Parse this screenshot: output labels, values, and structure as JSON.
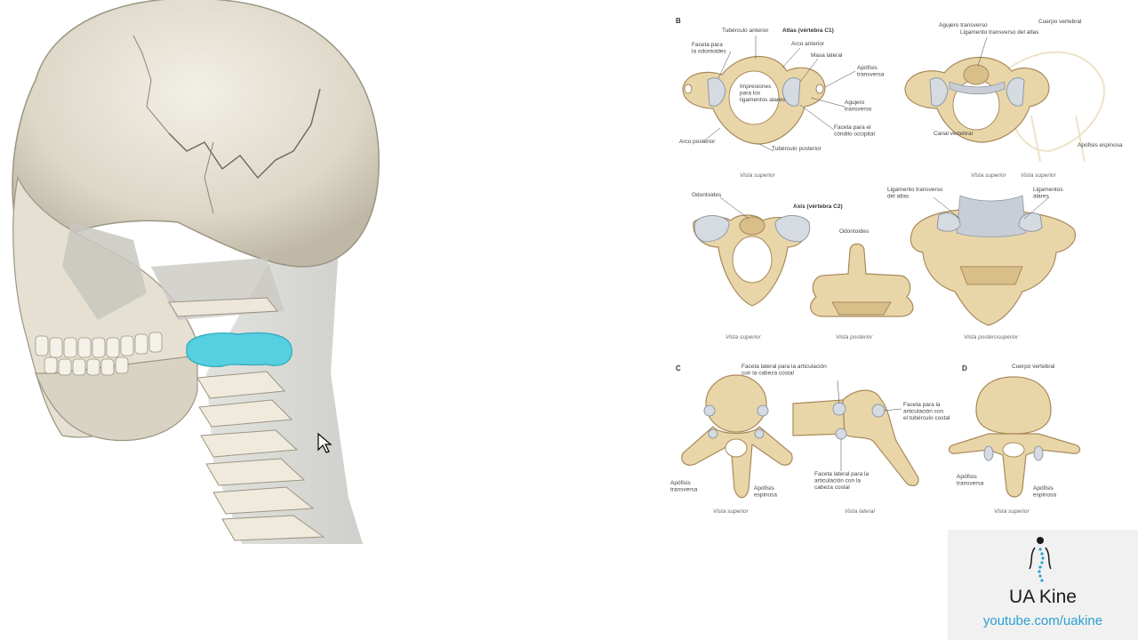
{
  "plate": {
    "sections": {
      "b": "B",
      "c": "C",
      "d": "D"
    },
    "atlas": {
      "title": "Atlas (vértebra C1)",
      "labels": {
        "tuberculo_anterior": "Tubérculo anterior",
        "faceta_odontoides": "Faceta para\nla odontoides",
        "arco_anterior": "Arco anterior",
        "masa_lateral": "Masa lateral",
        "apofisis_transversa": "Apófisis\ntransversa",
        "impresiones": "Impresiones\npara los\nligamentos alares",
        "agujero_transverso": "Agujero\ntransverso",
        "faceta_condilo": "Faceta para el\ncóndilo occipital",
        "arco_posterior": "Arco posterior",
        "tuberculo_posterior": "Tubérculo posterior"
      },
      "view": "Vista superior"
    },
    "atlas_right": {
      "labels": {
        "agujero_transverso": "Agujero transverso",
        "cuerpo_vertebral": "Cuerpo vertebral",
        "ligamento_transverso": "Ligamento transverso del atlas",
        "canal_vertebral": "Canal vertebral",
        "apofisis_espinosa": "Apófisis espinosa"
      },
      "views": [
        "Vista superior",
        "Vista superior"
      ]
    },
    "axis": {
      "title": "Axis (vértebra C2)",
      "labels": {
        "odontoides_1": "Odontoides",
        "odontoides_2": "Odontoides",
        "ligamento_transverso": "Ligamento transverso\ndel atlas",
        "ligamentos_alares": "Ligamentos\nalares"
      },
      "views": [
        "Vista superior",
        "Vista posterior",
        "Vista posterosuperior"
      ]
    },
    "thoracic": {
      "labels": {
        "faceta_cabeza": "Faceta lateral para la articulación\ncon la cabeza costal",
        "faceta_tuberculo": "Faceta para la\narticulación con\nel tubérculo costal",
        "faceta_cabeza_inf": "Faceta lateral para la\narticulación con la\ncabeza costal",
        "apofisis_transversa": "Apófisis\ntransversa",
        "apofisis_espinosa": "Apófisis\nespinosa"
      },
      "views": [
        "Vista superior",
        "Vista lateral"
      ]
    },
    "lumbar": {
      "labels": {
        "cuerpo_vertebral": "Cuerpo vertebral",
        "apofisis_transversa": "Apófisis\ntransversa",
        "apofisis_espinosa": "Apófisis\nespinosa"
      },
      "view": "Vista superior"
    }
  },
  "brand": {
    "name": "UA Kine",
    "url": "youtube.com/uakine"
  },
  "colors": {
    "highlight": "#56cfe0",
    "bone": "#e9d6a8",
    "brand_url": "#2aa0cf"
  },
  "icons": {
    "cursor": "mouse-pointer-icon",
    "logo": "spine-logo-icon"
  }
}
